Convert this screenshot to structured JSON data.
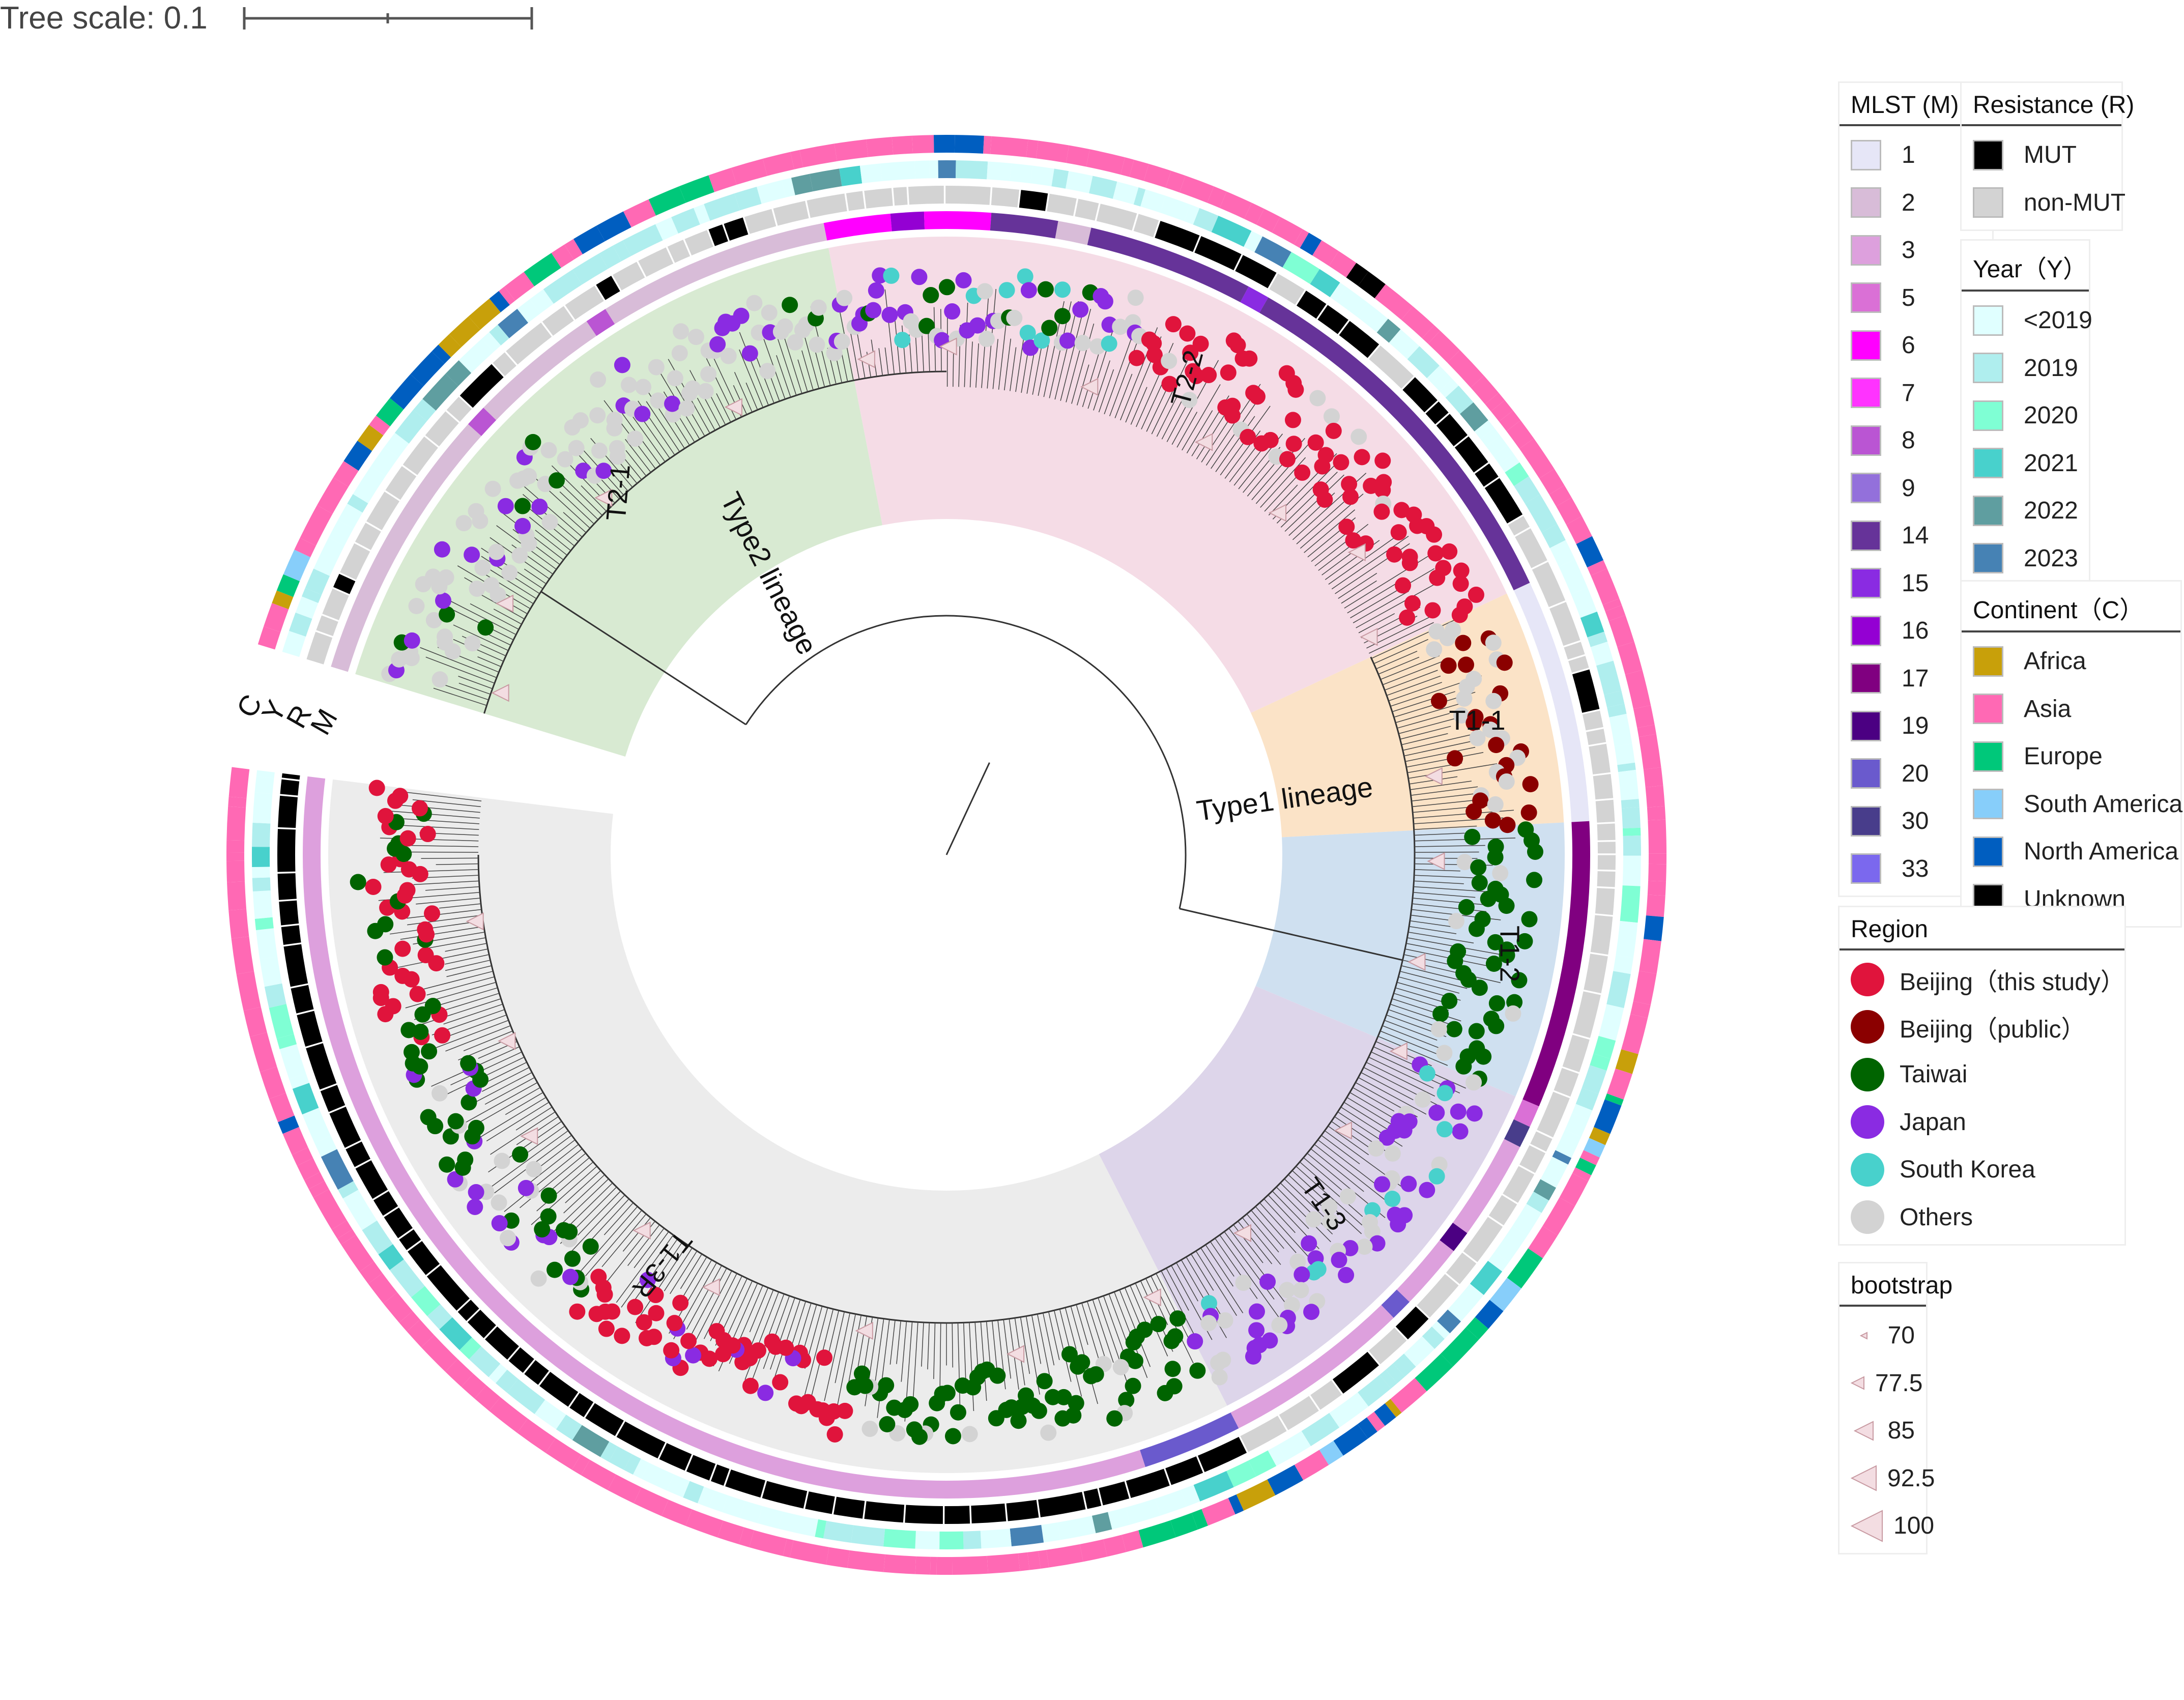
{
  "tree_scale": {
    "label": "Tree scale: 0.1"
  },
  "ring_letters": [
    "C",
    "Y",
    "R",
    "M"
  ],
  "lineages": {
    "type2": "Type2 lineage",
    "type1": "Type1 lineage"
  },
  "clades": [
    {
      "name": "T2-1",
      "color": "#d8ead2"
    },
    {
      "name": "T2-2",
      "color": "#f5dce6"
    },
    {
      "name": "T1-1",
      "color": "#fbe3c7"
    },
    {
      "name": "T1-2",
      "color": "#cfe0f0"
    },
    {
      "name": "T1-3",
      "color": "#ddd5ea"
    },
    {
      "name": "T1-3R",
      "color": "#ececec"
    }
  ],
  "legend_mlst": {
    "title": "MLST (M)",
    "items": [
      {
        "label": "1",
        "color": "#e6e6f7"
      },
      {
        "label": "2",
        "color": "#d8bcd8"
      },
      {
        "label": "3",
        "color": "#dda0dd"
      },
      {
        "label": "5",
        "color": "#da70d6"
      },
      {
        "label": "6",
        "color": "#ff00ff"
      },
      {
        "label": "7",
        "color": "#ff33ff"
      },
      {
        "label": "8",
        "color": "#ba55d3"
      },
      {
        "label": "9",
        "color": "#9370db"
      },
      {
        "label": "14",
        "color": "#663399"
      },
      {
        "label": "15",
        "color": "#8a2be2"
      },
      {
        "label": "16",
        "color": "#9400d3"
      },
      {
        "label": "17",
        "color": "#800080"
      },
      {
        "label": "19",
        "color": "#4b0082"
      },
      {
        "label": "20",
        "color": "#6a5acd"
      },
      {
        "label": "30",
        "color": "#483d8b"
      },
      {
        "label": "33",
        "color": "#7b68ee"
      }
    ]
  },
  "legend_resistance": {
    "title": "Resistance (R)",
    "items": [
      {
        "label": "MUT",
        "color": "#000000"
      },
      {
        "label": "non-MUT",
        "color": "#d3d3d3"
      }
    ]
  },
  "legend_year": {
    "title": "Year（Y）",
    "items": [
      {
        "label": "<2019",
        "color": "#e0ffff"
      },
      {
        "label": "2019",
        "color": "#afeeee"
      },
      {
        "label": "2020",
        "color": "#7fffd4"
      },
      {
        "label": "2021",
        "color": "#48d1cc"
      },
      {
        "label": "2022",
        "color": "#5f9ea0"
      },
      {
        "label": "2023",
        "color": "#4682b4"
      }
    ]
  },
  "legend_continent": {
    "title": "Continent（C）",
    "items": [
      {
        "label": "Africa",
        "color": "#c8a00a"
      },
      {
        "label": "Asia",
        "color": "#ff69b4"
      },
      {
        "label": "Europe",
        "color": "#00c87a"
      },
      {
        "label": "South America",
        "color": "#87cefa"
      },
      {
        "label": "North America",
        "color": "#005ec0"
      },
      {
        "label": "Unknown",
        "color": "#000000"
      }
    ]
  },
  "legend_region": {
    "title": "Region",
    "items": [
      {
        "label": "Beijing（this study）",
        "color": "#e0143c"
      },
      {
        "label": "Beijing（public）",
        "color": "#8b0000"
      },
      {
        "label": "Taiwai",
        "color": "#006400"
      },
      {
        "label": "Japan",
        "color": "#8a2be2"
      },
      {
        "label": "South Korea",
        "color": "#48d1cc"
      },
      {
        "label": "Others",
        "color": "#d3d3d3"
      }
    ]
  },
  "legend_bootstrap": {
    "title": "bootstrap",
    "items": [
      "70",
      "77.5",
      "85",
      "92.5",
      "100"
    ]
  }
}
